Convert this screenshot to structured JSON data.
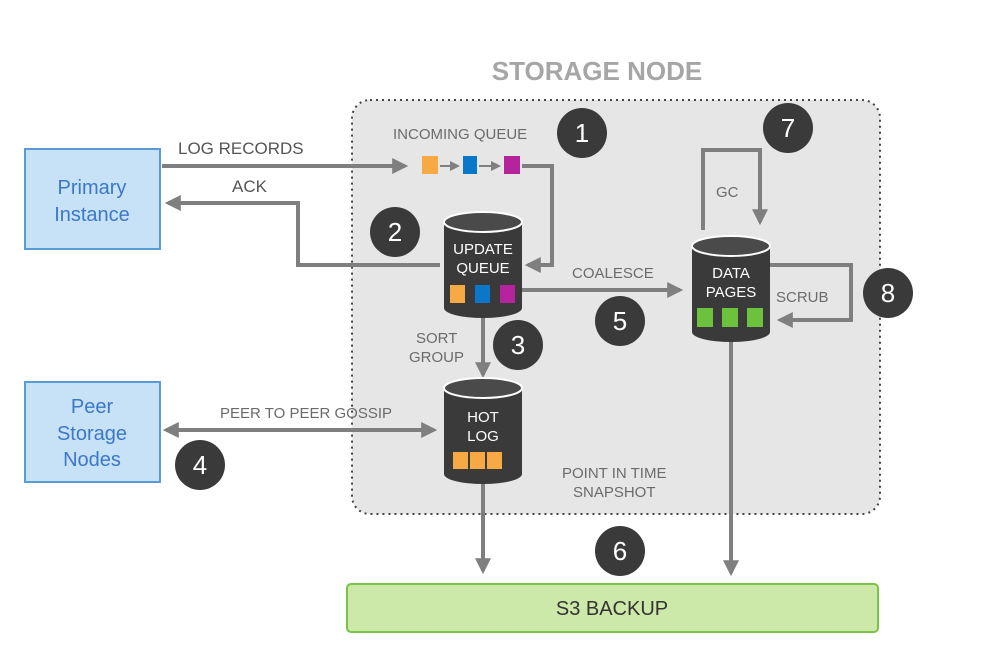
{
  "title": "STORAGE NODE",
  "boxes": {
    "primary": [
      "Primary",
      "Instance"
    ],
    "peer": [
      "Peer",
      "Storage",
      "Nodes"
    ],
    "s3": "S3 BACKUP"
  },
  "cylinders": {
    "update_queue": [
      "UPDATE",
      "QUEUE"
    ],
    "hot_log": [
      "HOT",
      "LOG"
    ],
    "data_pages": [
      "DATA",
      "PAGES"
    ]
  },
  "labels": {
    "log_records": "LOG RECORDS",
    "ack": "ACK",
    "incoming_queue": "INCOMING QUEUE",
    "coalesce": "COALESCE",
    "sort": "SORT",
    "group": "GROUP",
    "peer_gossip": "PEER TO PEER GOSSIP",
    "gc": "GC",
    "scrub": "SCRUB",
    "snapshot": [
      "POINT IN TIME",
      "SNAPSHOT"
    ]
  },
  "steps": [
    "1",
    "2",
    "3",
    "4",
    "5",
    "6",
    "7",
    "8"
  ],
  "colors": {
    "orange": "#f7a943",
    "blue": "#0a77c9",
    "magenta": "#b5249c",
    "green": "#6cc23c",
    "arrow": "#7f7f7f",
    "cylinder": "#3a3a3a",
    "circle": "#3a3a3a",
    "box_fill": "#c7e1f7",
    "s3_fill": "#cde9a9"
  }
}
